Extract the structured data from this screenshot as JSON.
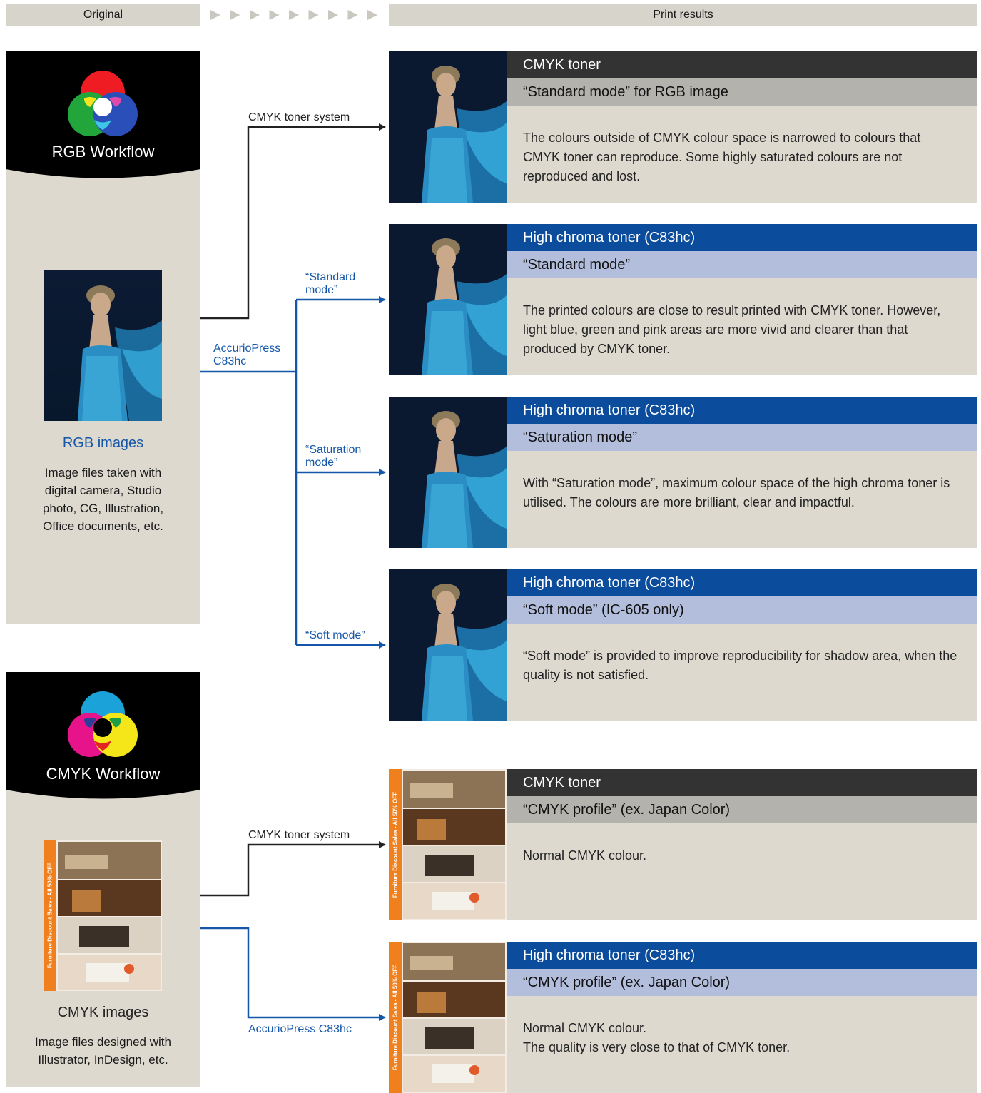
{
  "header": {
    "original": "Original",
    "print_results": "Print results",
    "arrow_count": 9
  },
  "rgb_column": {
    "workflow_title": "RGB Workflow",
    "images_title": "RGB images",
    "images_text": "Image files taken with digital camera, Studio photo, CG, Illustration, Office documents, etc."
  },
  "cmyk_column": {
    "workflow_title": "CMYK Workflow",
    "images_title": "CMYK images",
    "images_text": "Image files designed with Illustrator, InDesign, etc."
  },
  "flow_labels": {
    "cmyk_toner_system_1": "CMYK toner system",
    "accuriopress": "AccurioPress C83hc",
    "standard_mode": "“Standard mode”",
    "saturation_mode": "“Saturation mode”",
    "soft_mode": "“Soft mode”",
    "cmyk_toner_system_2": "CMYK toner system",
    "accuriopress_2": "AccurioPress C83hc"
  },
  "results": [
    {
      "toner": "CMYK toner",
      "mode": "“Standard mode” for RGB image",
      "description": "The colours outside of CMYK colour space is narrowed to colours that CMYK toner can reproduce. Some highly saturated colours are not reproduced and lost."
    },
    {
      "toner": "High chroma toner (C83hc)",
      "mode": "“Standard mode”",
      "description": "The printed colours are close to result printed with CMYK toner. However, light blue, green and pink areas are more vivid and clearer than that produced by CMYK toner."
    },
    {
      "toner": "High chroma toner (C83hc)",
      "mode": "“Saturation mode”",
      "description": "With “Saturation mode”, maximum colour space of the high chroma toner is utilised. The colours are more brilliant, clear and impactful."
    },
    {
      "toner": "High chroma toner (C83hc)",
      "mode": "“Soft mode” (IC-605 only)",
      "description": "“Soft mode” is provided to improve reproducibility for shadow area, when the quality is not satisfied."
    },
    {
      "toner": "CMYK toner",
      "mode": "“CMYK profile” (ex. Japan Color)",
      "description": "Normal CMYK colour."
    },
    {
      "toner": "High chroma toner (C83hc)",
      "mode": "“CMYK profile” (ex. Japan Color)",
      "description": "Normal CMYK colour.\nThe quality is very close to that of CMYK toner."
    }
  ],
  "flyer": {
    "side_text": "Furniture Discount Sales - All 50% OFF"
  },
  "colors": {
    "panel": "#ddd9cf",
    "cmyk_dark": "#333333",
    "cmyk_light": "#b3b2ad",
    "hc_dark": "#0b4c9c",
    "hc_light": "#b3bedc",
    "line_blue": "#1457a8",
    "line_black": "#222222"
  }
}
